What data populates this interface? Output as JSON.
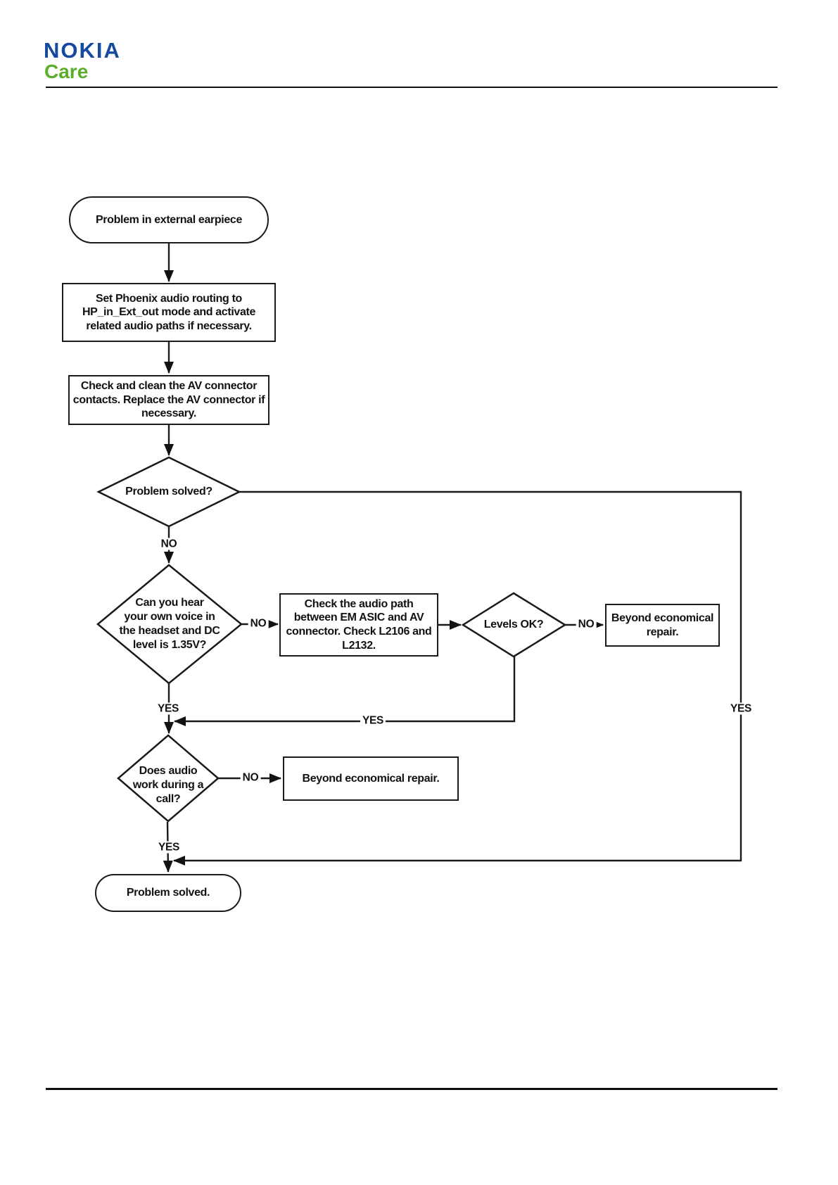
{
  "header": {
    "logo_primary": "NOKIA",
    "logo_secondary": "Care"
  },
  "colors": {
    "logo_blue": "#1649a0",
    "logo_green": "#5bae2a",
    "stroke": "#1a1a1a",
    "text": "#121212",
    "background": "#ffffff"
  },
  "flowchart": {
    "title": "Problem in external earpiece troubleshooting",
    "nodes": {
      "start": {
        "type": "terminator",
        "lines": [
          "Problem in external earpiece"
        ]
      },
      "set_phoenix": {
        "type": "process",
        "lines": [
          "Set Phoenix audio routing to",
          "HP_in_Ext_out mode and activate",
          "related audio paths if necessary."
        ]
      },
      "check_av": {
        "type": "process",
        "lines": [
          "Check and clean the AV connector",
          "contacts. Replace the AV connector if",
          "necessary."
        ]
      },
      "problem_solved_q": {
        "type": "decision",
        "lines": [
          "Problem solved?"
        ]
      },
      "hear_voice_q": {
        "type": "decision",
        "lines": [
          "Can you hear",
          "your own voice in",
          "the headset and DC",
          "level is 1.35V?"
        ]
      },
      "check_audio_path": {
        "type": "process",
        "lines": [
          "Check the audio path",
          "between EM ASIC and AV",
          "connector. Check L2106 and",
          "L2132."
        ]
      },
      "levels_ok_q": {
        "type": "decision",
        "lines": [
          "Levels OK?"
        ]
      },
      "beyond_repair_1": {
        "type": "process",
        "lines": [
          "Beyond economical",
          "repair."
        ]
      },
      "audio_during_call_q": {
        "type": "decision",
        "lines": [
          "Does audio",
          "work during a",
          "call?"
        ]
      },
      "beyond_repair_2": {
        "type": "process",
        "lines": [
          "Beyond economical repair."
        ]
      },
      "end": {
        "type": "terminator",
        "lines": [
          "Problem solved."
        ]
      }
    },
    "labels": {
      "no_problem_solved": "NO",
      "no_hear_voice": "NO",
      "no_levels_ok": "NO",
      "no_audio_call": "NO",
      "yes_hear_voice": "YES",
      "yes_levels_ok": "YES",
      "yes_problem_solved": "YES",
      "yes_audio_call": "YES"
    }
  }
}
